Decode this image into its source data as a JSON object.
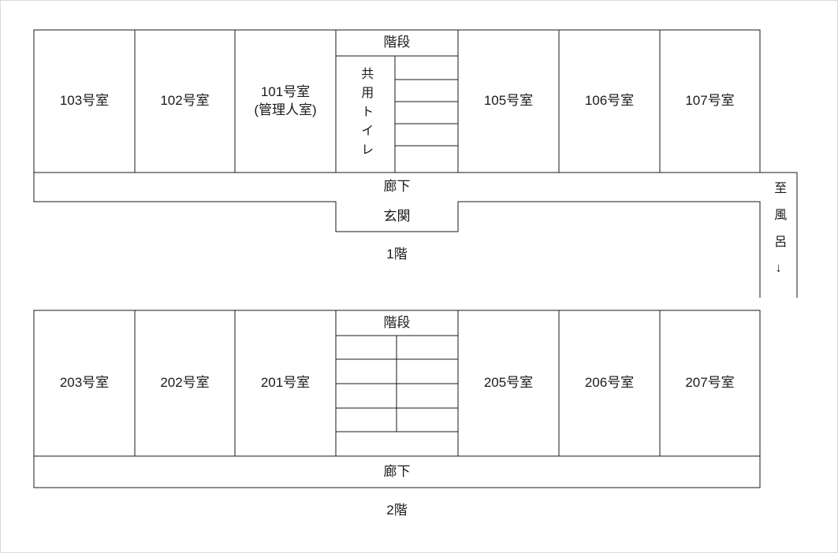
{
  "floor1": {
    "room_103": "103号室",
    "room_102": "102号室",
    "room_101_name": "101号室",
    "room_101_note": "(管理人室)",
    "stairs_label": "階段",
    "toilet_label": "共用トイレ",
    "room_105": "105号室",
    "room_106": "106号室",
    "room_107": "107号室",
    "corridor_label": "廊下",
    "entrance_label": "玄関",
    "bath_label": "至風呂↓",
    "label": "1階"
  },
  "floor2": {
    "room_203": "203号室",
    "room_202": "202号室",
    "room_201": "201号室",
    "stairs_label": "階段",
    "room_205": "205号室",
    "room_206": "206号室",
    "room_207": "207号室",
    "corridor_label": "廊下",
    "label": "2階"
  }
}
